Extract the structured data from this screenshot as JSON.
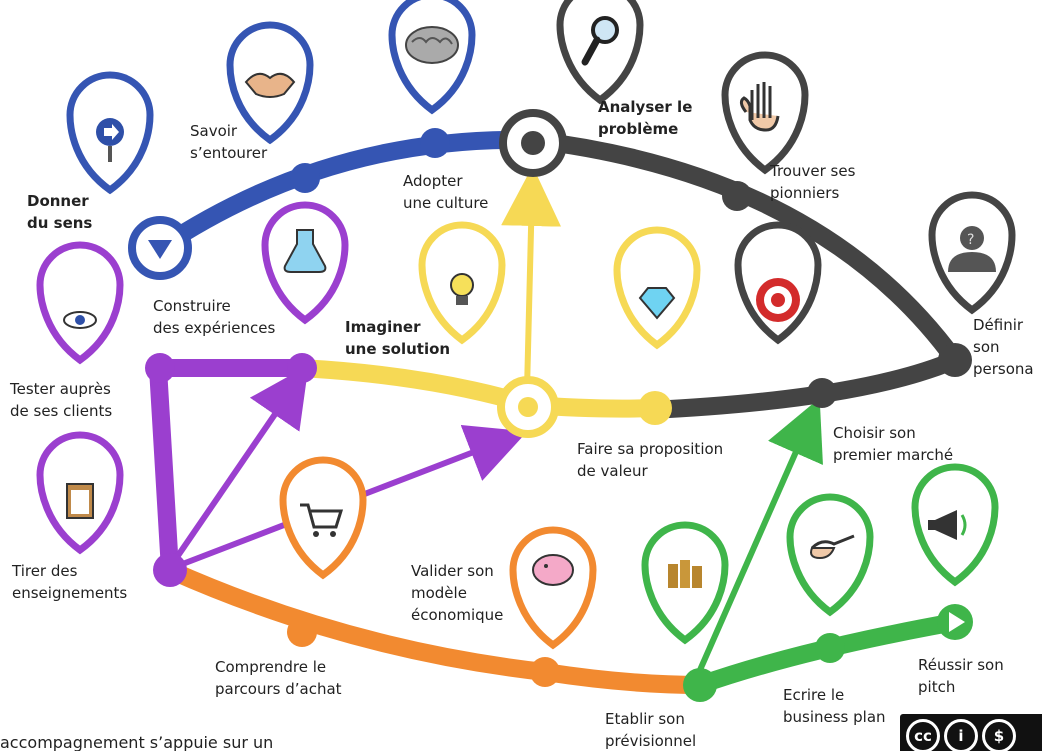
{
  "steps": {
    "donner": {
      "line1": "Donner",
      "line2": "du sens"
    },
    "savoir": {
      "line1": "Savoir",
      "line2": "s’entourer"
    },
    "adopter": {
      "line1": "Adopter",
      "line2": "une culture"
    },
    "analyser": {
      "line1": "Analyser le",
      "line2": "problème"
    },
    "trouver": {
      "line1": "Trouver ses",
      "line2": "pionniers"
    },
    "definir": {
      "line1": "Définir",
      "line2": "son",
      "line3": "persona"
    },
    "construire": {
      "line1": "Construire",
      "line2": "des expériences"
    },
    "imaginer": {
      "line1": "Imaginer",
      "line2": "une solution"
    },
    "tester": {
      "line1": "Tester auprès",
      "line2": "de ses clients"
    },
    "faire": {
      "line1": "Faire sa proposition",
      "line2": "de valeur"
    },
    "choisir": {
      "line1": "Choisir son",
      "line2": "premier marché"
    },
    "tirer": {
      "line1": "Tirer des",
      "line2": "enseignements"
    },
    "valider": {
      "line1": "Valider son",
      "line2": "modèle",
      "line3": "économique"
    },
    "comprendre": {
      "line1": "Comprendre le",
      "line2": "parcours d’achat"
    },
    "etablir": {
      "line1": "Etablir son",
      "line2": "prévisionnel"
    },
    "ecrire": {
      "line1": "Ecrire le",
      "line2": "business plan"
    },
    "reussir": {
      "line1": "Réussir son",
      "line2": "pitch"
    }
  },
  "footer": {
    "text": "accompagnement s’appuie sur un"
  },
  "license": {
    "badge": "CC BY NC"
  },
  "colors": {
    "blue": "#3555b3",
    "dark": "#444444",
    "yellow": "#f6d955",
    "purple": "#9b3fcf",
    "orange": "#f28a30",
    "green": "#3fb54a"
  },
  "icons": [
    "arrow-sign-icon",
    "handshake-icon",
    "brain-icon",
    "magnifier-icon",
    "hand-icon",
    "person-silhouette-icon",
    "flask-icon",
    "lightbulb-icon",
    "eye-icon",
    "diamond-icon",
    "target-icon",
    "clipboard-icon",
    "shopping-cart-icon",
    "piggy-bank-icon",
    "coins-icon",
    "writing-hand-icon",
    "megaphone-icon"
  ]
}
